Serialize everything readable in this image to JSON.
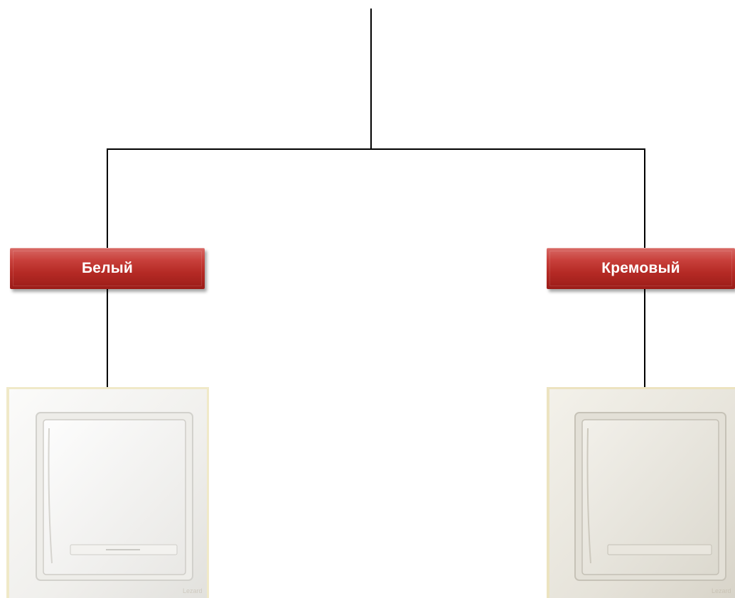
{
  "diagram": {
    "nodes": [
      {
        "id": "white",
        "label": "Белый",
        "color": "#c0322d"
      },
      {
        "id": "cream",
        "label": "Кремовый",
        "color": "#c0322d"
      }
    ],
    "edges": [
      {
        "from": "root",
        "to": "white"
      },
      {
        "from": "root",
        "to": "cream"
      },
      {
        "from": "white",
        "to": "white-switch-photo"
      },
      {
        "from": "cream",
        "to": "cream-switch-photo"
      }
    ],
    "photos": [
      {
        "id": "white-switch-photo",
        "icon": "light-switch-white-photo",
        "plate_color": "#f2f1ee",
        "brand_mark": "Lezard"
      },
      {
        "id": "cream-switch-photo",
        "icon": "light-switch-cream-photo",
        "plate_color": "#e9e6dd",
        "brand_mark": "Lezard"
      }
    ]
  }
}
